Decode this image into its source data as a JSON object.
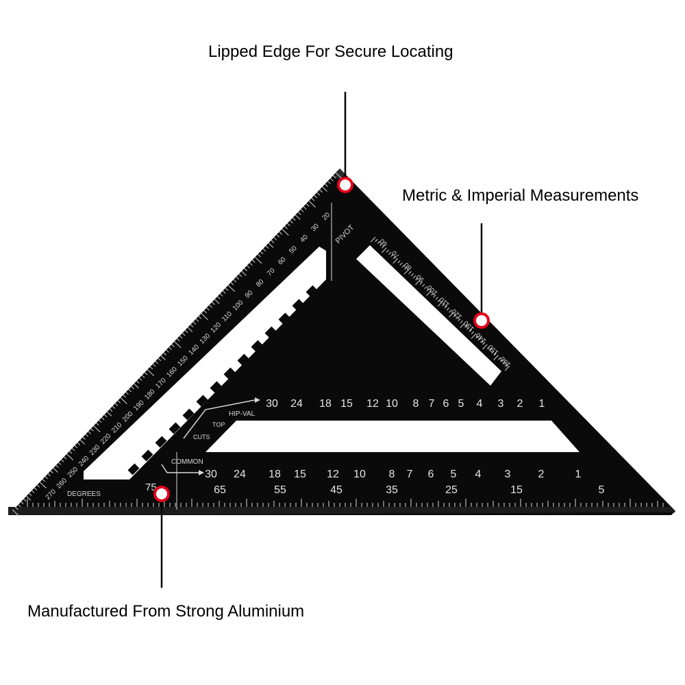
{
  "callouts": {
    "top": "Lipped Edge For Secure Locating",
    "right": "Metric & Imperial Measurements",
    "bottom": "Manufactured From Strong Aluminium"
  },
  "colors": {
    "body": "#0a0a0a",
    "marking": "#e6e6e6",
    "marker_ring": "#e3001b",
    "background": "#ffffff"
  },
  "tool_labels": {
    "pivot": "PIVOT",
    "degrees": "DEGREES",
    "hip_val": "HIP-VAL",
    "top": "TOP",
    "cuts": "CUTS",
    "common": "COMMON",
    "seventy_five": "75"
  },
  "degree_scale": [
    "20",
    "30",
    "40",
    "50",
    "60",
    "70",
    "80",
    "90",
    "100",
    "110",
    "120",
    "130",
    "140",
    "150",
    "160",
    "170",
    "180",
    "190",
    "200",
    "210",
    "220",
    "230",
    "240",
    "250",
    "260",
    "270"
  ],
  "hypotenuse_scale": [
    "60",
    "70",
    "80",
    "90",
    "100",
    "110",
    "120",
    "130",
    "140",
    "150",
    "160"
  ],
  "hip_val_scale": [
    "30",
    "24",
    "18",
    "15",
    "12",
    "10",
    "8",
    "7",
    "6",
    "5",
    "4",
    "3",
    "2",
    "1"
  ],
  "common_scale": [
    "30",
    "24",
    "18",
    "15",
    "12",
    "10",
    "8",
    "7",
    "6",
    "5",
    "4",
    "3",
    "2",
    "1"
  ],
  "bottom_scale": [
    "65",
    "55",
    "45",
    "35",
    "25",
    "15",
    "5"
  ]
}
